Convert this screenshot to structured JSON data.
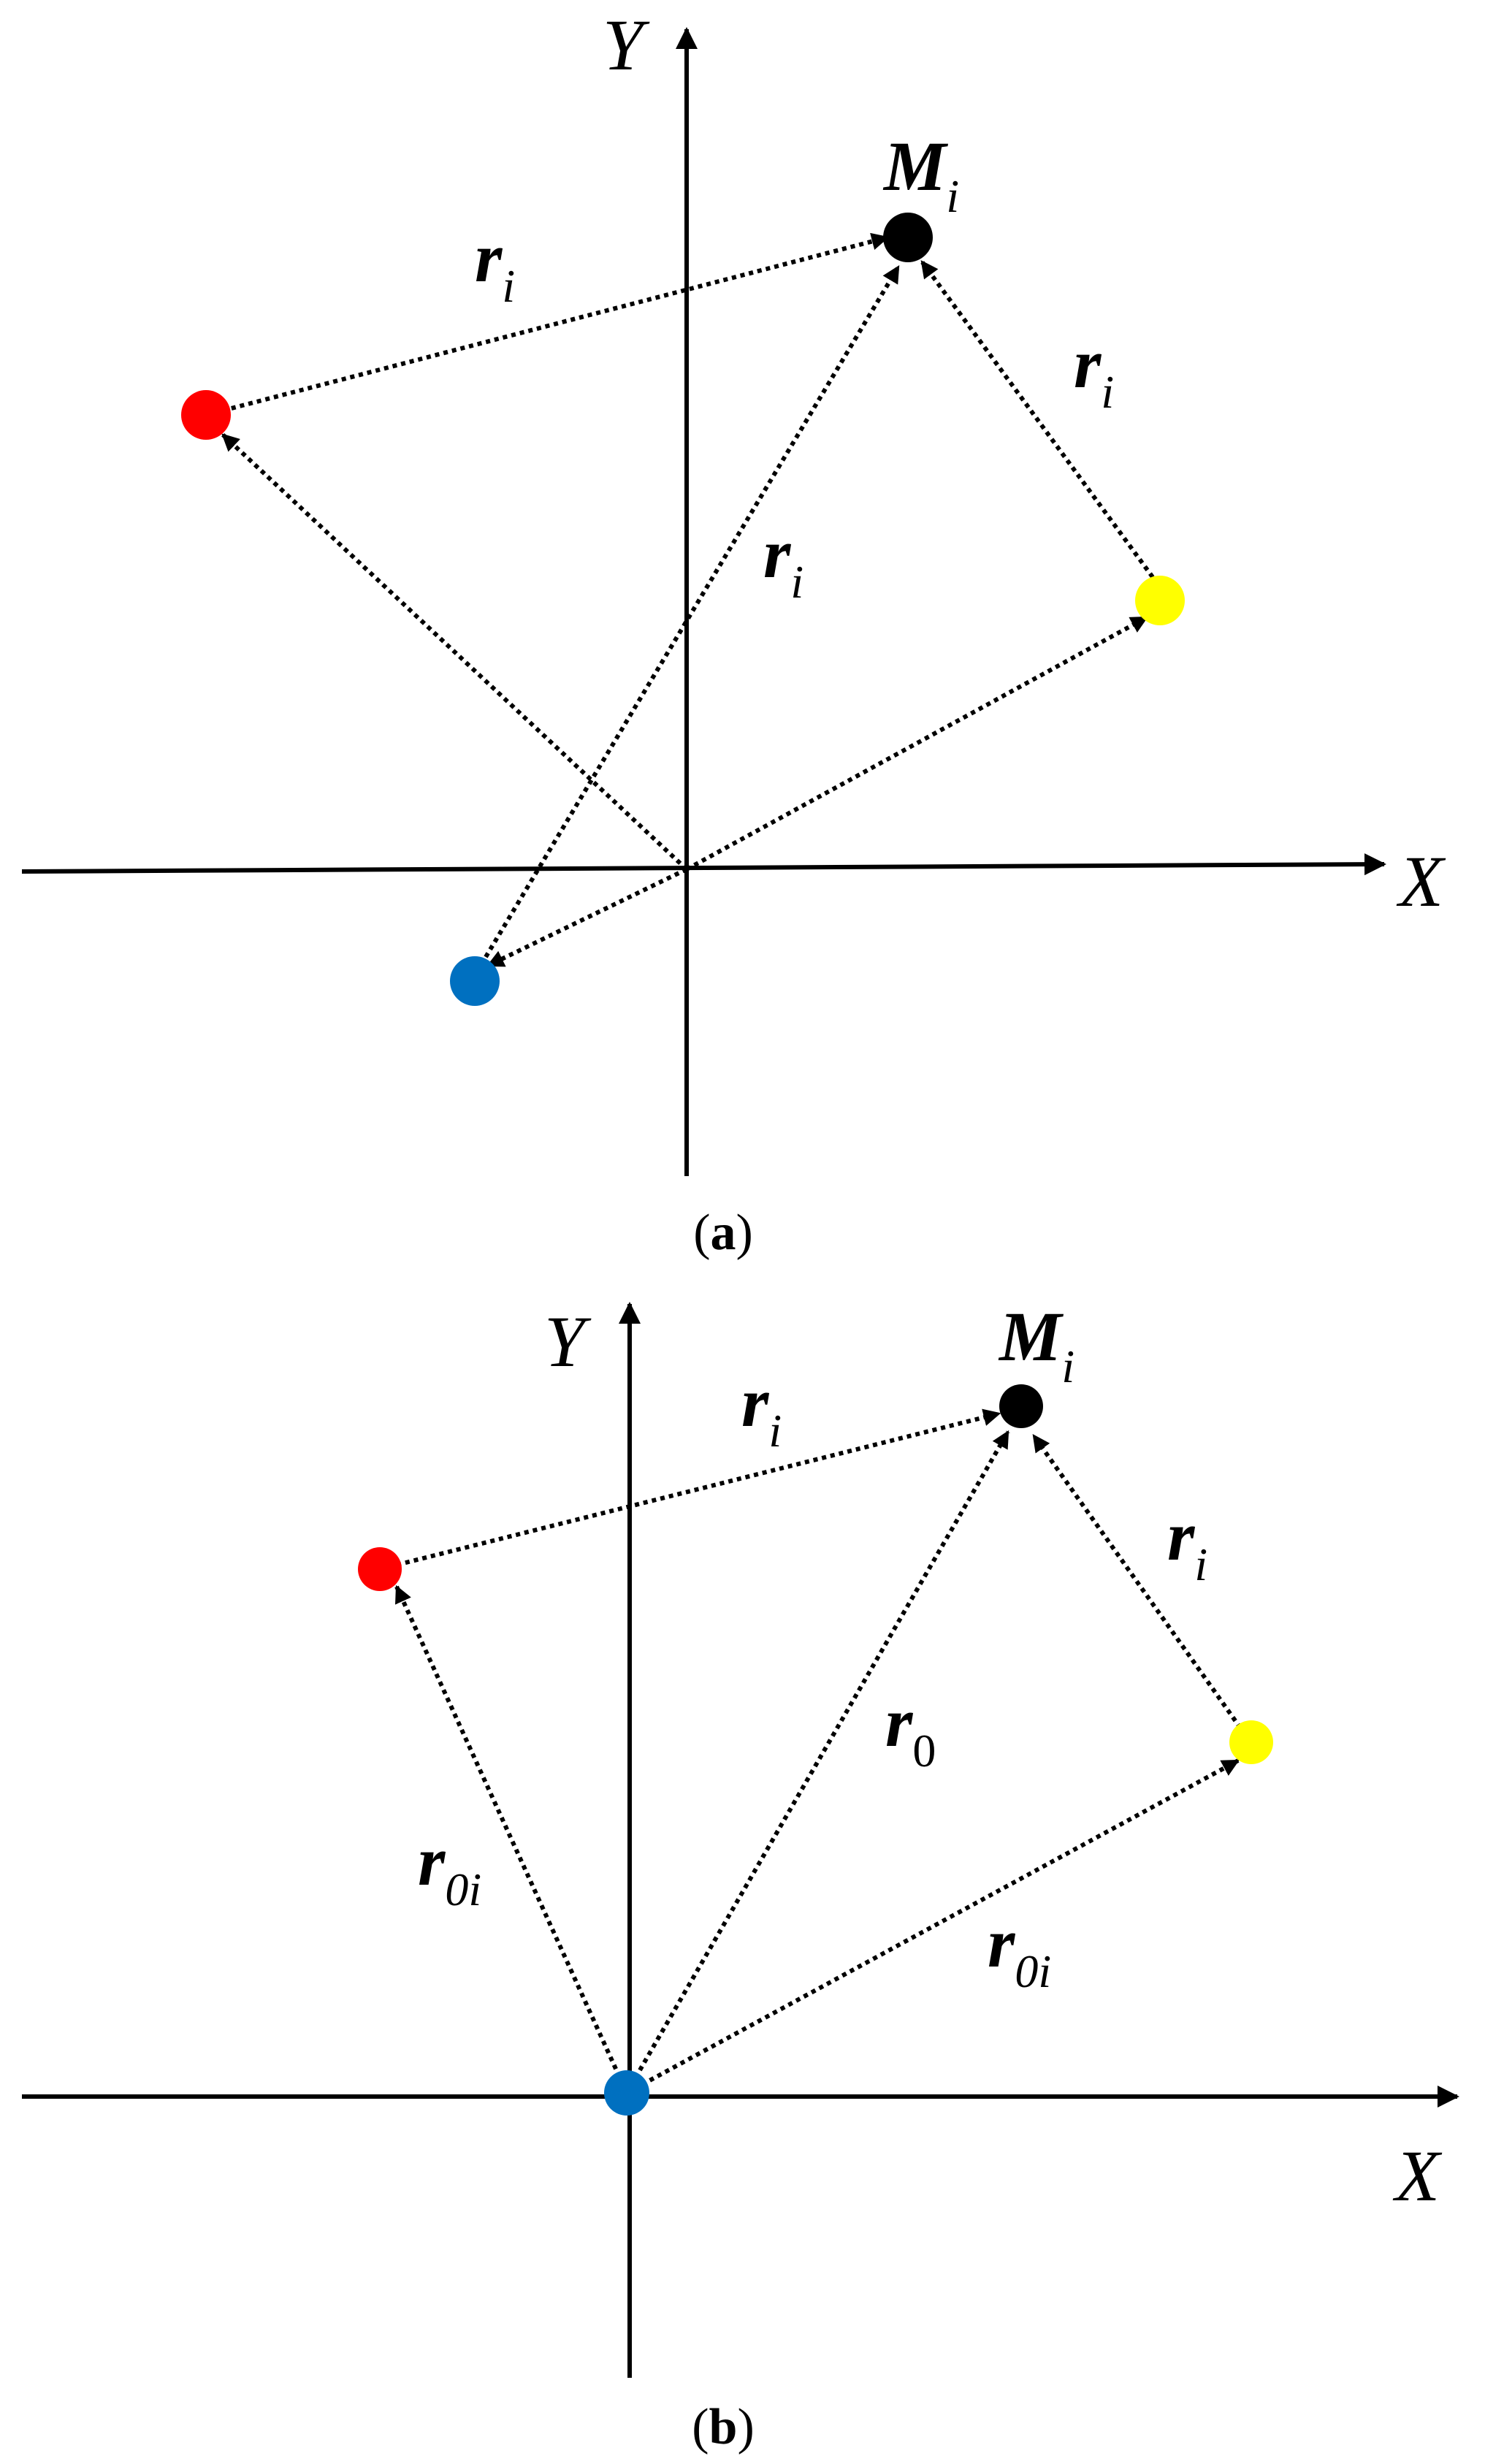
{
  "colors": {
    "red_point": "#ff0000",
    "yellow_point": "#ffff00",
    "blue_point": "#0070c0",
    "black_point": "#000000"
  },
  "panel_a": {
    "axis_x": "X",
    "axis_y": "Y",
    "point_label": {
      "main": "M",
      "sub": "i"
    },
    "vectors": [
      {
        "main": "r",
        "sub": "i"
      },
      {
        "main": "r",
        "sub": "i"
      },
      {
        "main": "r",
        "sub": "i"
      }
    ],
    "caption": {
      "open": "(",
      "letter": "a",
      "close": ")"
    }
  },
  "panel_b": {
    "axis_x": "X",
    "axis_y": "Y",
    "point_label": {
      "main": "M",
      "sub": "i"
    },
    "vectors": [
      {
        "main": "r",
        "sub": "i"
      },
      {
        "main": "r",
        "sub": "i"
      },
      {
        "main": "r",
        "sub": "0"
      },
      {
        "main": "r",
        "sub": "0i"
      },
      {
        "main": "r",
        "sub": "0i"
      }
    ],
    "caption": {
      "open": "(",
      "letter": "b",
      "close": ")"
    }
  }
}
